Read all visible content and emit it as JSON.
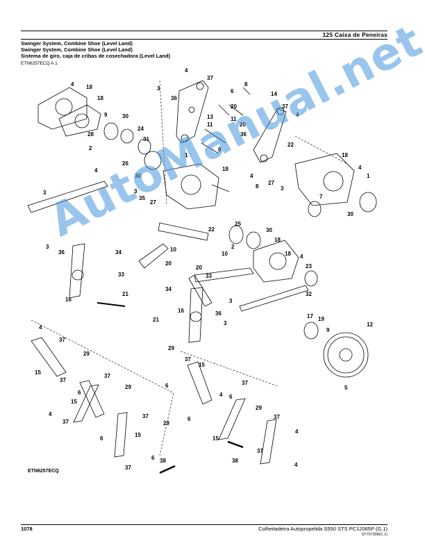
{
  "header": {
    "section_title": "125 Caixa de Peneiras",
    "title_line_1": "Swinger System, Combine Shoe (Level Land)",
    "title_line_2": "Swinger System, Combine Shoe (Level Land)",
    "title_line_3": "Sistema de giro, caja de cribas de cosechadora (Level Land)",
    "illustration_code": "ETN6257ECQ A.1"
  },
  "figure": {
    "figure_label": "ETN6257ECQ",
    "callouts": [
      "1",
      "2",
      "3",
      "4",
      "5",
      "6",
      "7",
      "8",
      "9",
      "10",
      "11",
      "12",
      "13",
      "14",
      "15",
      "16",
      "17",
      "18",
      "19",
      "20",
      "21",
      "22",
      "23",
      "24",
      "25",
      "26",
      "27",
      "28",
      "29",
      "30",
      "31",
      "32",
      "33",
      "34",
      "35",
      "36",
      "37",
      "38"
    ]
  },
  "watermark": "AutoManual.net",
  "footer": {
    "page_number": "1078",
    "publication": "Colheitadeira Autopropelida S550 STS   PC12065P   (G.1)",
    "doc_code": "ST757308(C.1)"
  }
}
